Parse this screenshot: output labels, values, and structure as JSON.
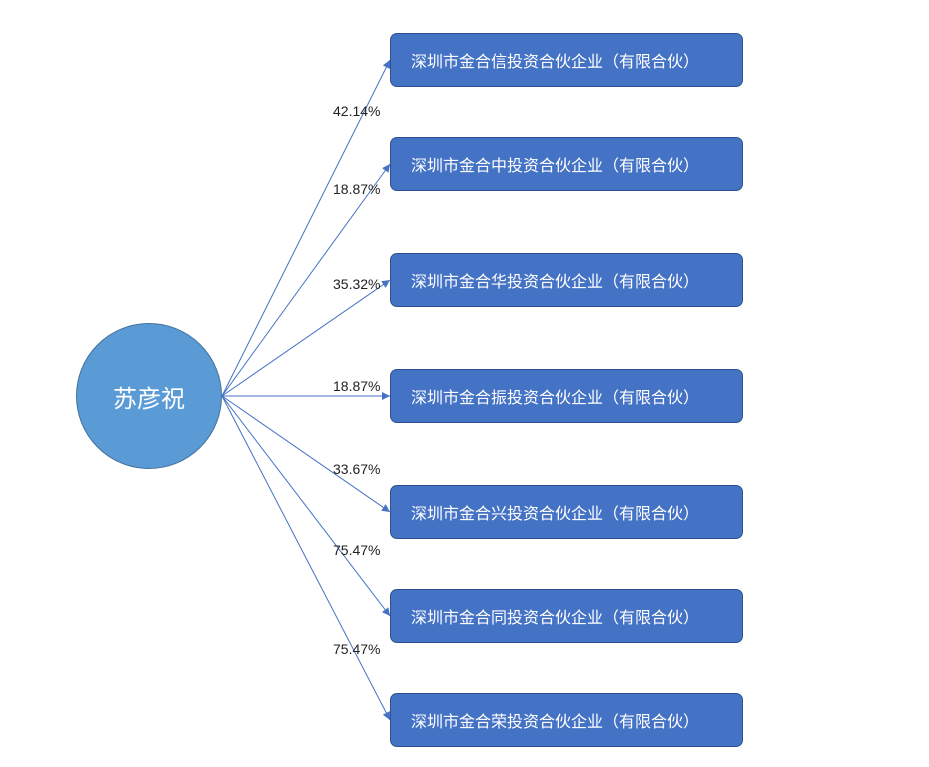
{
  "person": {
    "name": "苏彦祝"
  },
  "colors": {
    "line": "#4472c4",
    "box": "#4472c4",
    "circle": "#5b9bd5"
  },
  "companies": [
    {
      "name": "深圳市金合信投资合伙企业（有限合伙）",
      "share": "42.14%"
    },
    {
      "name": "深圳市金合中投资合伙企业（有限合伙）",
      "share": "18.87%"
    },
    {
      "name": "深圳市金合华投资合伙企业（有限合伙）",
      "share": "35.32%"
    },
    {
      "name": "深圳市金合振投资合伙企业（有限合伙）",
      "share": "18.87%"
    },
    {
      "name": "深圳市金合兴投资合伙企业（有限合伙）",
      "share": "33.67%"
    },
    {
      "name": "深圳市金合同投资合伙企业（有限合伙）",
      "share": "75.47%"
    },
    {
      "name": "深圳市金合荣投资合伙企业（有限合伙）",
      "share": "75.47%"
    }
  ]
}
